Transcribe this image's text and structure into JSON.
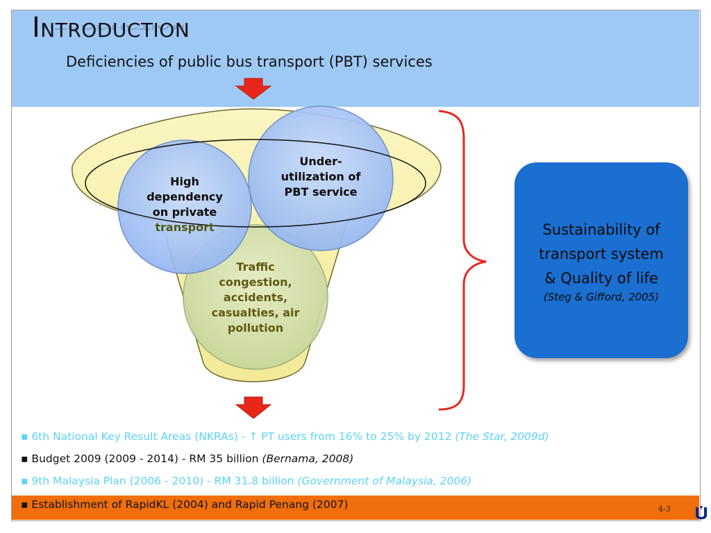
{
  "header": {
    "title": "Introduction",
    "subtitle": "Deficiencies of public bus transport (PBT) services"
  },
  "funnel": {
    "circles": [
      {
        "lines": [
          "Under-",
          "utilization of",
          "PBT service"
        ]
      },
      {
        "lines": [
          "High",
          "dependency",
          "on private",
          "transport"
        ]
      },
      {
        "lines": [
          "Traffic",
          "congestion,",
          "accidents,",
          "casualties, air",
          "pollution"
        ]
      }
    ]
  },
  "result_box": {
    "lines": [
      "Sustainability of",
      "transport system",
      "& Quality of life"
    ],
    "citation": "(Steg & Gifford, 2005)"
  },
  "bullets": [
    {
      "text": "▪ 6th National Key Result Areas (NKRAs) - ↑ PT users from 16% to 25% by 2012 ",
      "cite": "(The Star, 2009d)",
      "color": "#5bd3f3"
    },
    {
      "text": "▪ Budget 2009 (2009 - 2014) - RM 35 billion  ",
      "cite": "(Bernama, 2008)",
      "color": "#111111"
    },
    {
      "text": "▪ 9th Malaysia Plan (2006 - 2010) - RM 31.8 billion  ",
      "cite": "(Government of Malaysia, 2006)",
      "color": "#5bd3f3"
    },
    {
      "text": "▪ Establishment of RapidKL (2004) and Rapid Penang (2007)",
      "cite": "",
      "color": "#111111"
    }
  ],
  "footer": {
    "slide_number": "4-3",
    "logo": "university-logo-icon"
  },
  "colors": {
    "header_bg": "#9fc9f5",
    "arrow": "#e8261a",
    "bracket": "#e8261a",
    "funnel_fill": "#f7f1a8",
    "result_box": "#1a6fd0",
    "orange_bar": "#f06e0c"
  }
}
